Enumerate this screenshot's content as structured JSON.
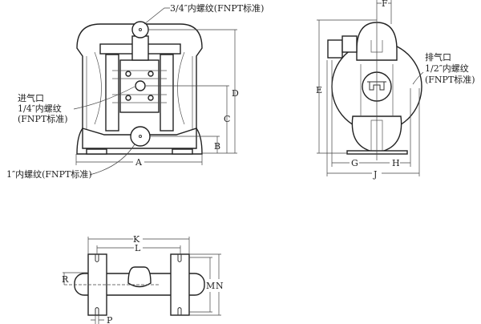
{
  "front_view": {
    "outlet_label": "3/4″内螺纹(FNPT标准)",
    "air_inlet_label": [
      "进气口",
      "1/4″内螺纹",
      "(FNPT标准)"
    ],
    "inlet_label": "1″内螺纹(FNPT标准)",
    "dims": {
      "A": "A",
      "B": "B",
      "C": "C",
      "D": "D"
    }
  },
  "side_view": {
    "exhaust_label": [
      "排气口",
      "1/2″内螺纹",
      "(FNPT标准)"
    ],
    "dims": {
      "E": "E",
      "F": "F",
      "G": "G",
      "H": "H",
      "J": "J"
    }
  },
  "bottom_view": {
    "dims": {
      "K": "K",
      "L": "L",
      "M": "M",
      "N": "N",
      "R": "R",
      "P": "P"
    }
  }
}
